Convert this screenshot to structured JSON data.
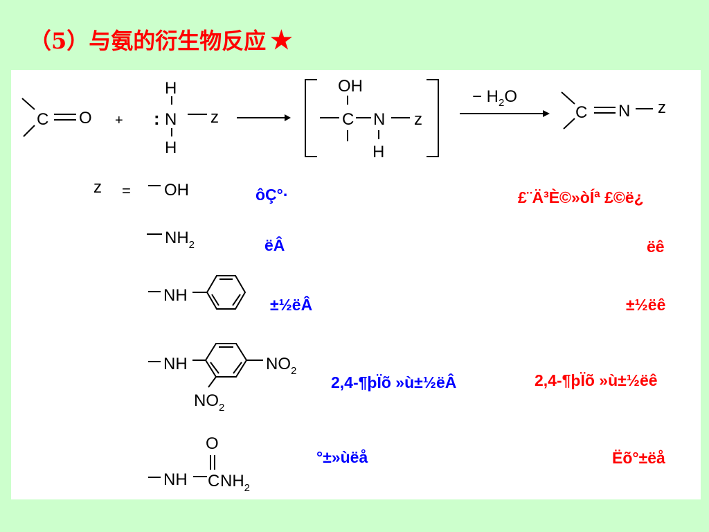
{
  "slide": {
    "title": "（5）与氨的衍生物反应",
    "star": "★"
  },
  "reaction": {
    "left_C": "C",
    "left_O": "O",
    "plus": "+",
    "lone_pair": ":",
    "amine_H_top": "H",
    "amine_N": "N",
    "amine_H_bottom": "H",
    "amine_z": "z",
    "int_OH": "OH",
    "int_C": "C",
    "int_N": "N",
    "int_H": "H",
    "int_z": "z",
    "minus_water_prefix": "− H",
    "minus_water_sub": "2",
    "minus_water_suffix": "O",
    "prod_C": "C",
    "prod_N": "N",
    "prod_z": "z"
  },
  "z_def": {
    "z": "z",
    "eq": "=",
    "group1": "OH",
    "group2_main": "NH",
    "group2_sub": "2",
    "group3": "NH",
    "group4": "NH",
    "group4_no2_right_main": "NO",
    "group4_no2_right_sub": "2",
    "group4_no2_bottom_main": "NO",
    "group4_no2_bottom_sub": "2",
    "group5_O": "O",
    "group5_NH": "NH",
    "group5_C": "C",
    "group5_NH2_main": "NH",
    "group5_NH2_sub": "2"
  },
  "reagents": [
    "ôÇ°·",
    "ëÂ",
    "±½ëÂ",
    "2,4-¶þÏõ »ù±½ëÂ",
    "°±»ùëå"
  ],
  "products": [
    "£¨Ä³È©»òÍª £©ë¿",
    "ëê",
    "±½ëê",
    "2,4-¶þÏõ »ù±½ëê",
    "Ëõ°±ëå"
  ],
  "colors": {
    "background": "#ccffcc",
    "title": "#ff0000",
    "reagent": "#0000ff",
    "product": "#ff0000"
  }
}
